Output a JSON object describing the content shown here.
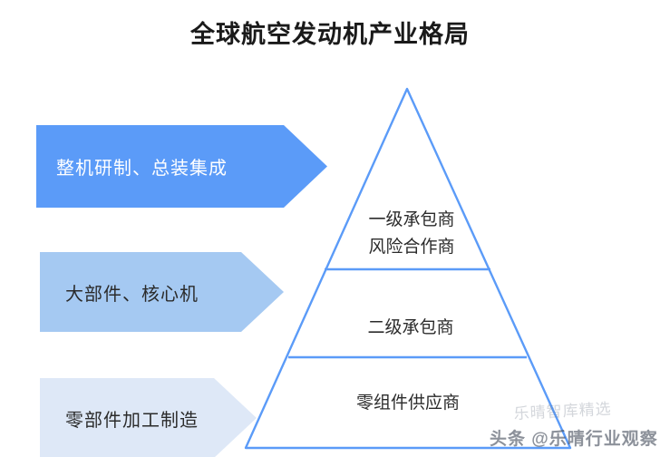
{
  "page": {
    "title": "全球航空发动机产业格局",
    "background_color": "#ffffff"
  },
  "colors": {
    "pyramid_stroke": "#5B9BF8",
    "chevron_1_fill": "#5B9BF8",
    "chevron_2_fill": "#A5C9F2",
    "chevron_3_fill": "#DEE8F7",
    "title_text": "#1a1a1a",
    "tier_text": "#2b2b2b"
  },
  "chevrons": [
    {
      "label": "整机研制、总装集成",
      "fill": "#5B9BF8",
      "text_color": "#ffffff"
    },
    {
      "label": "大部件、核心机",
      "fill": "#A5C9F2",
      "text_color": "#2b2b2b"
    },
    {
      "label": "零部件加工制造",
      "fill": "#DEE8F7",
      "text_color": "#2b2b2b"
    }
  ],
  "pyramid": {
    "tiers": [
      {
        "level": "top",
        "lines": [
          "一级承包商",
          "风险合作商"
        ],
        "line1": "一级承包商",
        "line2": "风险合作商"
      },
      {
        "level": "middle",
        "lines": [
          "二级承包商"
        ],
        "line1": "二级承包商"
      },
      {
        "level": "bottom",
        "lines": [
          "零组件供应商"
        ],
        "line1": "零组件供应商"
      }
    ]
  },
  "watermarks": {
    "faint": "乐晴智库精选",
    "main": "头条 @乐晴行业观察"
  }
}
